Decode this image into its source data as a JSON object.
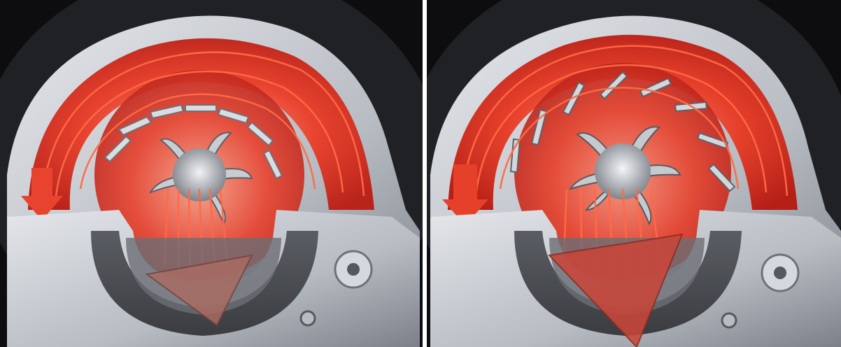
{
  "image": {
    "panels": [
      {
        "id": "left",
        "vane_state": "vanes-narrow",
        "exhaust_cone": "small"
      },
      {
        "id": "right",
        "vane_state": "vanes-open",
        "exhaust_cone": "large"
      }
    ],
    "colors": {
      "flow_red": "#e8432f",
      "flow_red_light": "#f47a5c",
      "housing_metal": "#c9ccd1",
      "housing_shadow": "#6d7178",
      "background": "#0d0d0f",
      "divider": "#ffffff"
    }
  }
}
